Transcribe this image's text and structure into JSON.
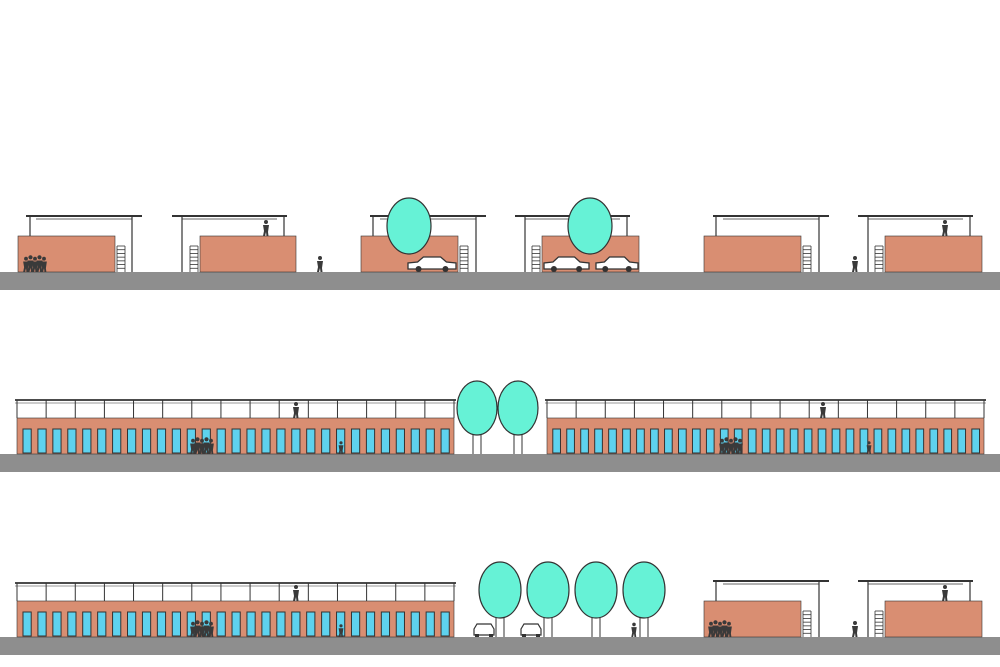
{
  "drawing": {
    "type": "architectural-elevation",
    "rows": [
      {
        "name": "elevation-row-1",
        "modules": [
          {
            "kind": "small-pavilion",
            "figures": "group-left"
          },
          {
            "kind": "small-pavilion",
            "figures": "rooftop-person"
          },
          {
            "kind": "small-pavilion",
            "trees": 1,
            "cars": 1
          },
          {
            "kind": "small-pavilion",
            "trees": 1,
            "cars": 2
          },
          {
            "kind": "small-pavilion",
            "figures": "none"
          },
          {
            "kind": "small-pavilion",
            "figures": "rooftop-person"
          }
        ],
        "walking_figures": 2
      },
      {
        "name": "elevation-row-2",
        "modules": [
          {
            "kind": "long-arcade",
            "bays": 29
          },
          {
            "kind": "tree-gap",
            "trees": 2
          },
          {
            "kind": "long-arcade",
            "bays": 31
          }
        ]
      },
      {
        "name": "elevation-row-3",
        "modules": [
          {
            "kind": "long-arcade",
            "bays": 29
          },
          {
            "kind": "tree-gap",
            "trees": 4,
            "cars": 2
          },
          {
            "kind": "small-pavilion",
            "figures": "group-left"
          },
          {
            "kind": "small-pavilion",
            "figures": "rooftop-person"
          }
        ]
      }
    ]
  },
  "colors": {
    "background": "#ffffff",
    "wall": "#d98e72",
    "ground": "#8e8e8e",
    "tree": "#66f2d6",
    "window": "#5ed2ee",
    "line": "#333333",
    "figure": "#3a3a3a"
  }
}
